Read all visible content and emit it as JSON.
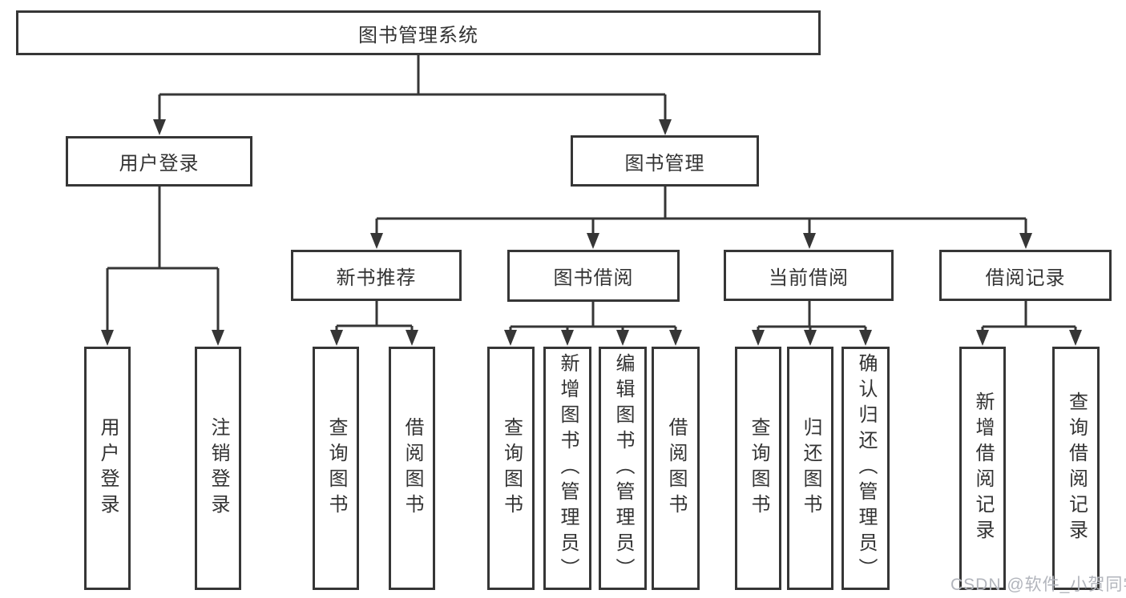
{
  "diagram": {
    "root": {
      "label": "图书管理系统"
    },
    "level2": {
      "user_login": {
        "label": "用户登录"
      },
      "book_management": {
        "label": "图书管理"
      }
    },
    "level3": {
      "new_book_recommend": {
        "label": "新书推荐"
      },
      "book_borrow": {
        "label": "图书借阅"
      },
      "current_borrow": {
        "label": "当前借阅"
      },
      "borrow_records": {
        "label": "借阅记录"
      }
    },
    "leaves": {
      "user_login": {
        "label": "用户登录"
      },
      "logout": {
        "label": "注销登录"
      },
      "nb_query_books": {
        "label": "查询图书"
      },
      "nb_borrow_books": {
        "label": "借阅图书"
      },
      "bb_query_books": {
        "label": "查询图书"
      },
      "bb_add_books": {
        "label": "新增图书（管理员）"
      },
      "bb_edit_books": {
        "label": "编辑图书（管理员）"
      },
      "bb_borrow_books": {
        "label": "借阅图书"
      },
      "cb_query_books": {
        "label": "查询图书"
      },
      "cb_return_books": {
        "label": "归还图书"
      },
      "cb_confirm_return": {
        "label": "确认归还（管理员）"
      },
      "br_add_record": {
        "label": "新增借阅记录"
      },
      "br_query_record": {
        "label": "查询借阅记录"
      }
    },
    "edges": [
      {
        "from": "图书管理系统",
        "to": [
          "用户登录",
          "图书管理"
        ]
      },
      {
        "from": "用户登录",
        "to": [
          "用户登录",
          "注销登录"
        ]
      },
      {
        "from": "图书管理",
        "to": [
          "新书推荐",
          "图书借阅",
          "当前借阅",
          "借阅记录"
        ]
      },
      {
        "from": "新书推荐",
        "to": [
          "查询图书",
          "借阅图书"
        ]
      },
      {
        "from": "图书借阅",
        "to": [
          "查询图书",
          "新增图书（管理员）",
          "编辑图书（管理员）",
          "借阅图书"
        ]
      },
      {
        "from": "当前借阅",
        "to": [
          "查询图书",
          "归还图书",
          "确认归还（管理员）"
        ]
      },
      {
        "from": "借阅记录",
        "to": [
          "新增借阅记录",
          "查询借阅记录"
        ]
      }
    ],
    "watermark": "CSDN @软件_小贺同学",
    "colors": {
      "line": "#363636",
      "box_border": "#363636",
      "box_background": "#ffffff",
      "text": "#333333",
      "watermark": "#b2b5bc",
      "background": "#ffffff"
    }
  }
}
